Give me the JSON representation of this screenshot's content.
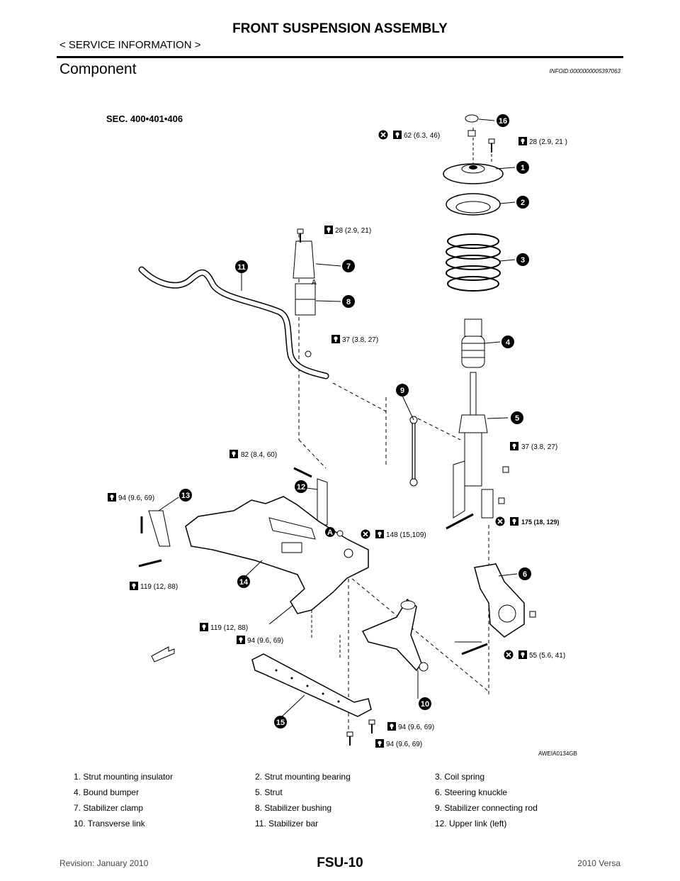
{
  "header": {
    "title": "FRONT SUSPENSION ASSEMBLY",
    "section": "< SERVICE INFORMATION >",
    "component_title": "Component",
    "info_id": "INFOID:0000000005397063"
  },
  "diagram": {
    "section_label": "SEC. 400•401•406",
    "figure_id": "AWEIA0134GB",
    "part_numbers": [
      "1",
      "2",
      "3",
      "4",
      "5",
      "6",
      "7",
      "8",
      "9",
      "10",
      "11",
      "12",
      "13",
      "14",
      "15",
      "16"
    ],
    "callout_a": "A",
    "torques": {
      "t62": "62 (6.3, 46)",
      "t28a": "28 (2.9, 21 )",
      "t28b": "28 (2.9, 21)",
      "t37a": "37 (3.8, 27)",
      "t37b": "37 (3.8, 27)",
      "t82": "82 (8.4, 60)",
      "t94a": "94 (9.6, 69)",
      "t148": "148 (15,109)",
      "t175": "175 (18, 129)",
      "t119a": "119 (12, 88)",
      "t119b": "119 (12, 88)",
      "t94b": "94 (9.6, 69)",
      "t55": "55 (5.6, 41)",
      "t94c": "94 (9.6, 69)",
      "t94d": "94 (9.6, 69)"
    }
  },
  "legend": [
    [
      "1.   Strut mounting insulator",
      "2.   Strut mounting bearing",
      "3.   Coil spring"
    ],
    [
      "4.   Bound bumper",
      "5.   Strut",
      "6.   Steering knuckle"
    ],
    [
      "7.   Stabilizer clamp",
      "8.   Stabilizer bushing",
      "9.   Stabilizer connecting rod"
    ],
    [
      "10.  Transverse link",
      "11.  Stabilizer bar",
      "12.  Upper link (left)"
    ]
  ],
  "footer": {
    "revision": "Revision: January 2010",
    "page": "FSU-10",
    "model": "2010 Versa"
  }
}
